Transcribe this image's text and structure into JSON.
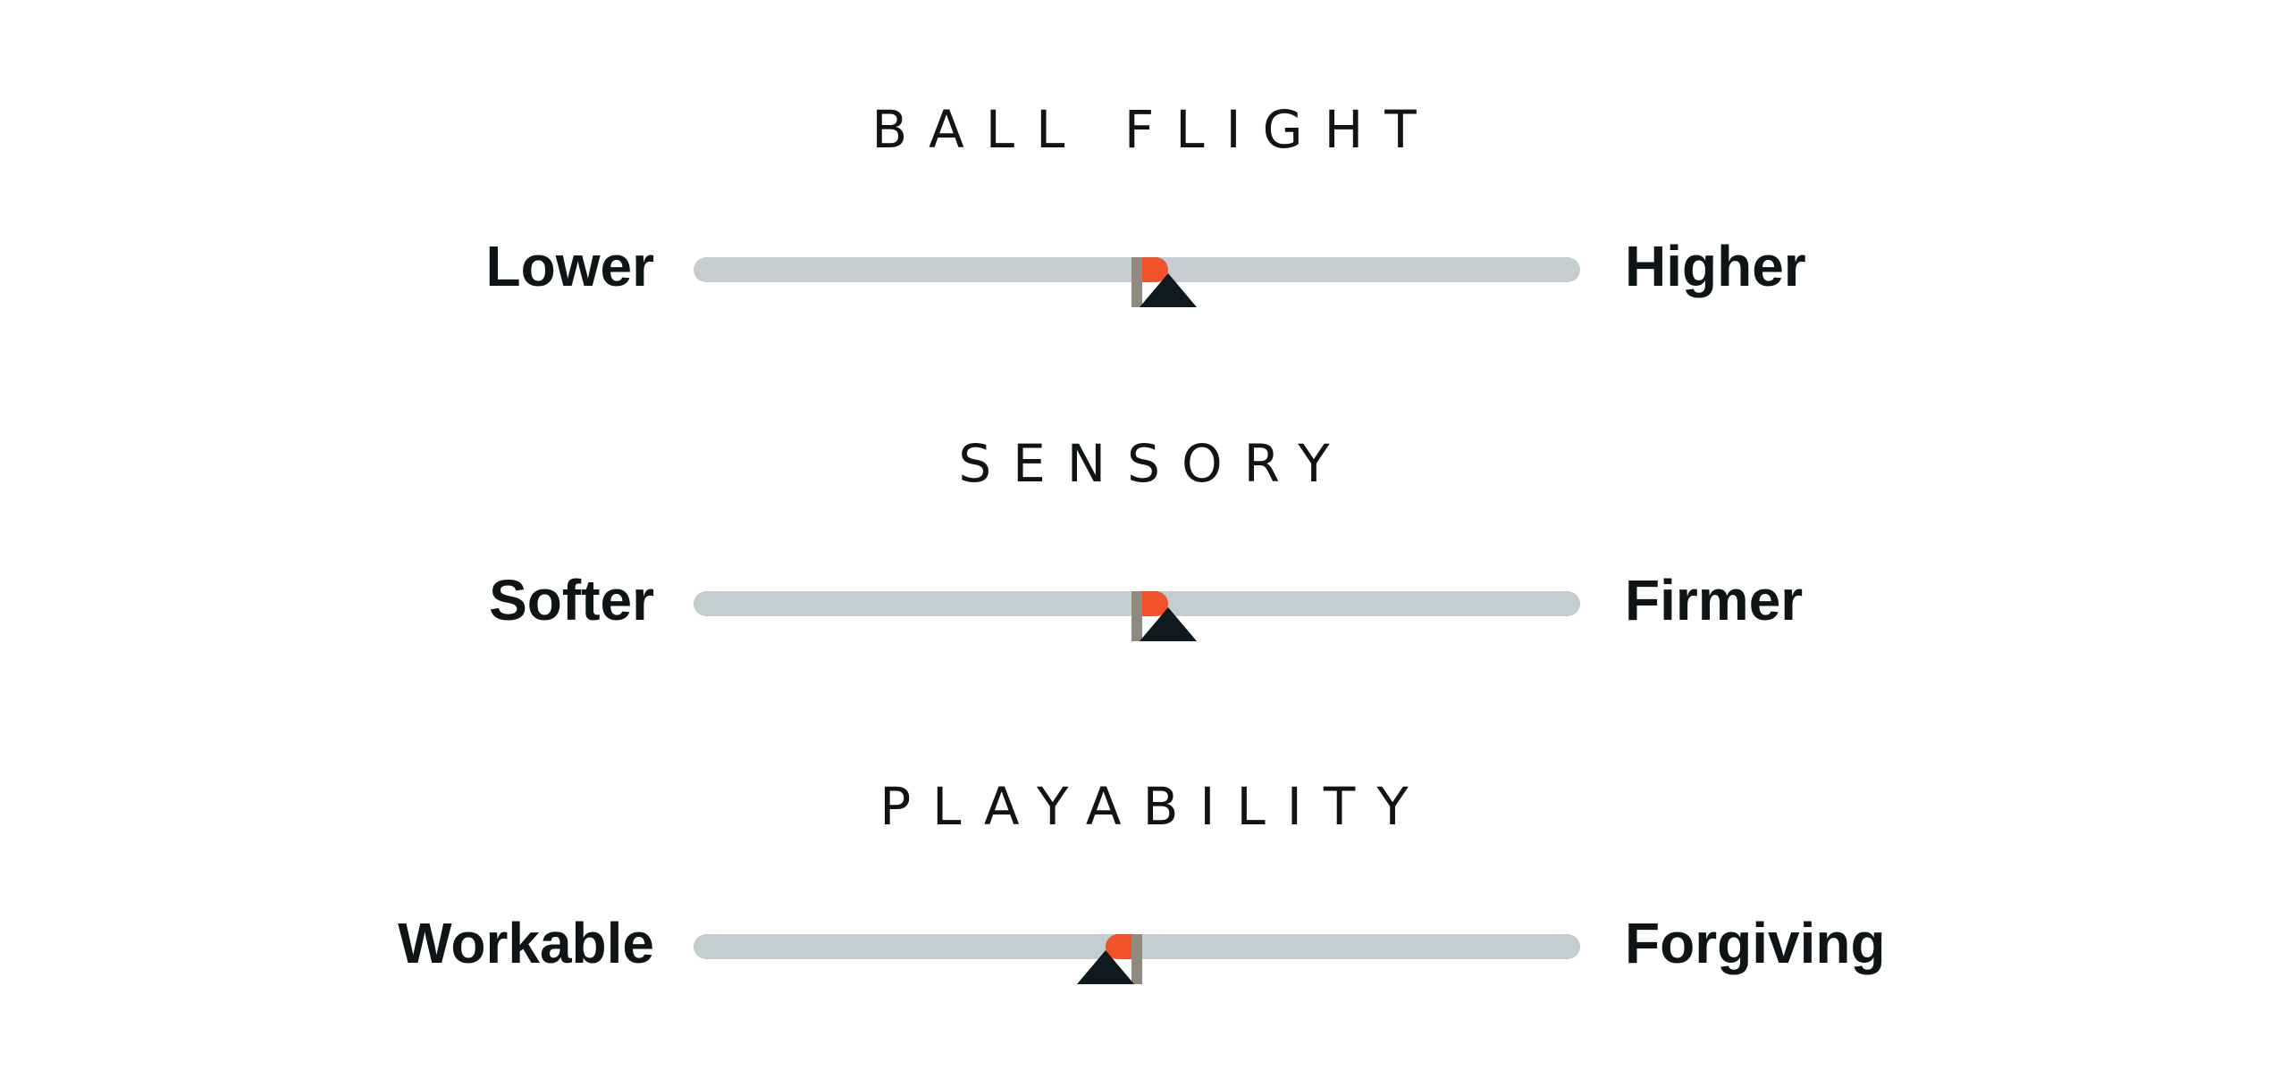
{
  "colors": {
    "track": "#c6cdd1",
    "fill": "#f0522a",
    "center_mark": "#8e8a80",
    "pointer": "#0e1a1f"
  },
  "sections": [
    {
      "title": "BALL FLIGHT",
      "left_label": "Lower",
      "right_label": "Higher",
      "value": 0.07,
      "icon": "triangle-pointer-icon"
    },
    {
      "title": "SENSORY",
      "left_label": "Softer",
      "right_label": "Firmer",
      "value": 0.07,
      "icon": "triangle-pointer-icon"
    },
    {
      "title": "PLAYABILITY",
      "left_label": "Workable",
      "right_label": "Forgiving",
      "value": -0.07,
      "icon": "triangle-pointer-icon"
    }
  ]
}
